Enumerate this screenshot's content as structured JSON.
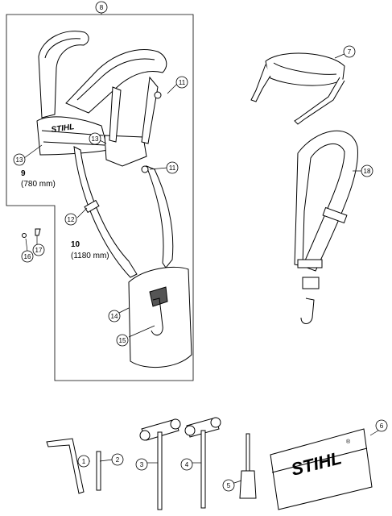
{
  "callouts": {
    "c1": "1",
    "c2": "2",
    "c3": "3",
    "c4": "4",
    "c5": "5",
    "c6": "6",
    "c7": "7",
    "c8": "8",
    "c11a": "11",
    "c11b": "11",
    "c12": "12",
    "c13a": "13",
    "c13b": "13",
    "c14": "14",
    "c15": "15",
    "c16": "16",
    "c17": "17",
    "c18": "18"
  },
  "labels": {
    "harness_number": "9",
    "harness_length": "(780 mm)",
    "strap_number": "10",
    "strap_length": "(1180 mm)"
  },
  "brand": {
    "harness_logo": "STIHL",
    "pouch_logo": "STIHL",
    "trademark": "®"
  }
}
